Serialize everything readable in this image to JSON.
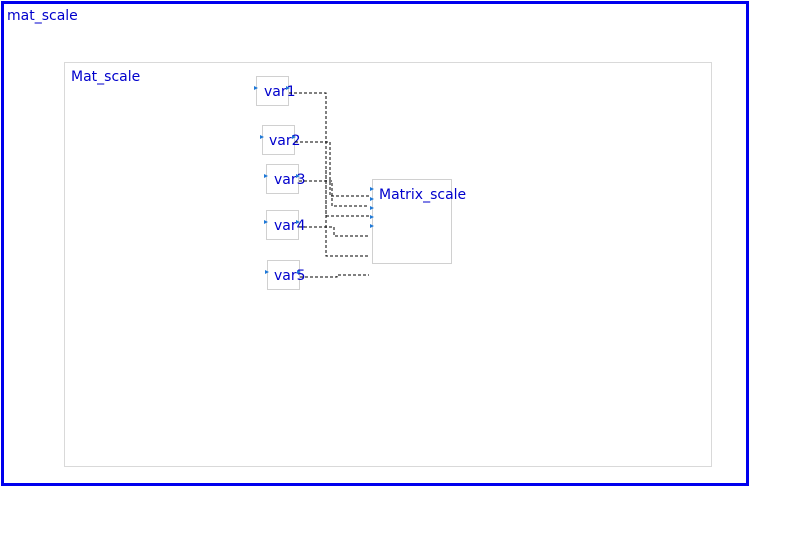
{
  "window": {
    "title": "mat_scale"
  },
  "diagram": {
    "title": "Mat_scale",
    "blocks": [
      {
        "label": "var1"
      },
      {
        "label": "var2"
      },
      {
        "label": "var3"
      },
      {
        "label": "var4"
      },
      {
        "label": "var5"
      },
      {
        "label": "Matrix_scale"
      }
    ]
  },
  "colors": {
    "frame": "#0000ee",
    "text": "#0000cc",
    "port": "#1e78d7",
    "wire": "#000000"
  }
}
